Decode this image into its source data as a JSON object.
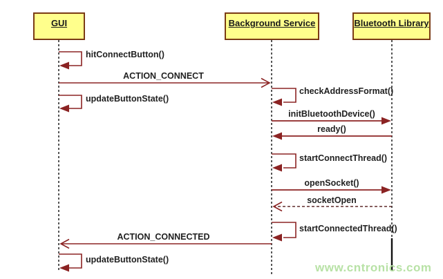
{
  "diagram": {
    "kind": "uml-sequence-diagram"
  },
  "participants": [
    {
      "name": "GUI"
    },
    {
      "name": "Background Service"
    },
    {
      "name": "Bluetooth Library"
    }
  ],
  "messages": [
    {
      "label": "hitConnectButton()",
      "from": "GUI",
      "to": "GUI",
      "kind": "self"
    },
    {
      "label": "ACTION_CONNECT",
      "from": "GUI",
      "to": "Background Service",
      "kind": "async-call"
    },
    {
      "label": "checkAddressFormat()",
      "from": "Background Service",
      "to": "Background Service",
      "kind": "self"
    },
    {
      "label": "updateButtonState()",
      "from": "GUI",
      "to": "GUI",
      "kind": "self"
    },
    {
      "label": "initBluetoothDevice()",
      "from": "Background Service",
      "to": "Bluetooth Library",
      "kind": "call"
    },
    {
      "label": "ready()",
      "from": "Bluetooth Library",
      "to": "Background Service",
      "kind": "call"
    },
    {
      "label": "startConnectThread()",
      "from": "Background Service",
      "to": "Background Service",
      "kind": "self"
    },
    {
      "label": "openSocket()",
      "from": "Background Service",
      "to": "Bluetooth Library",
      "kind": "call"
    },
    {
      "label": "socketOpen",
      "from": "Bluetooth Library",
      "to": "Background Service",
      "kind": "return"
    },
    {
      "label": "startConnectedThread()",
      "from": "Background Service",
      "to": "Background Service",
      "kind": "self"
    },
    {
      "label": "ACTION_CONNECTED",
      "from": "Background Service",
      "to": "GUI",
      "kind": "async-call"
    },
    {
      "label": "updateButtonState()",
      "from": "GUI",
      "to": "GUI",
      "kind": "self"
    }
  ],
  "watermark": {
    "text": "www.cntronics.com",
    "color": "#b8e2a6"
  },
  "colors": {
    "participant_fill": "#ffff8c",
    "participant_border": "#7a3b14",
    "arrow": "#8b2323",
    "lifeline": "#2b2b2b",
    "watermark": "#b8e2a6"
  }
}
